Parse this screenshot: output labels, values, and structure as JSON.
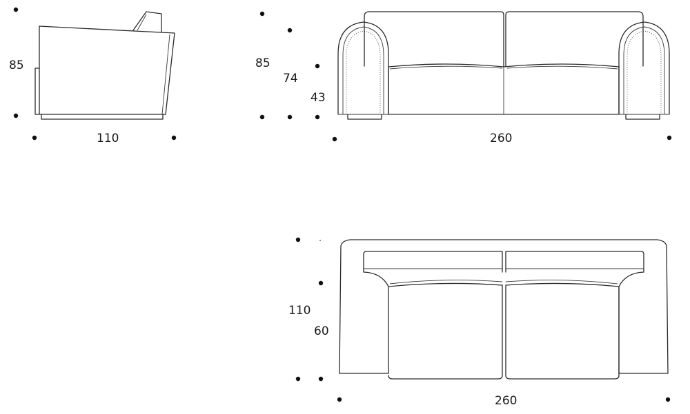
{
  "side_view": {
    "height_label": "85",
    "depth_label": "110"
  },
  "front_view": {
    "total_height_label": "85",
    "back_height_label": "74",
    "seat_height_label": "43",
    "width_label": "260"
  },
  "top_view": {
    "depth_label": "110",
    "seat_depth_label": "60",
    "width_label": "260"
  },
  "colors": {
    "line": "#2a2a2a",
    "marker": "#111111",
    "background": "#ffffff"
  }
}
